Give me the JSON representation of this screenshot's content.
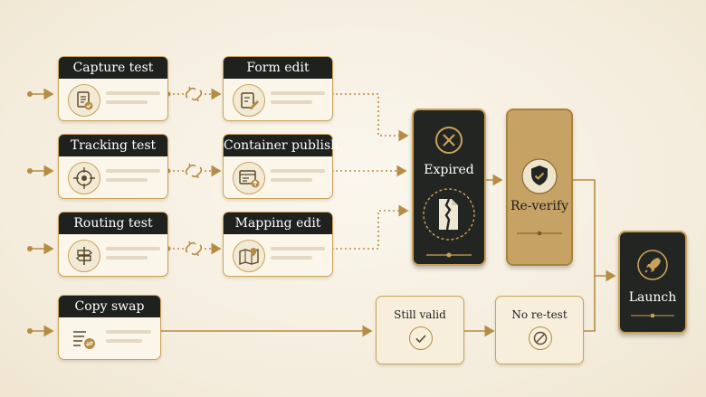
{
  "flow": {
    "row_cards": [
      {
        "label": "Capture test",
        "icon": "document-check-icon"
      },
      {
        "label": "Tracking test",
        "icon": "target-icon"
      },
      {
        "label": "Routing test",
        "icon": "signpost-icon"
      },
      {
        "label": "Copy swap",
        "icon": "text-swap-icon"
      }
    ],
    "edit_cards": [
      {
        "label": "Form edit",
        "icon": "form-pencil-icon"
      },
      {
        "label": "Container publish",
        "icon": "browser-publish-icon"
      },
      {
        "label": "Mapping edit",
        "icon": "map-pin-icon"
      }
    ],
    "expired": {
      "label": "Expired",
      "icon": "x-circle-icon",
      "sub_icon": "torn-document-icon"
    },
    "reverify": {
      "label": "Re-verify",
      "icon": "shield-check-icon"
    },
    "still_valid": {
      "label": "Still valid",
      "icon": "check-icon"
    },
    "no_retest": {
      "label": "No re-test",
      "icon": "prohibited-icon"
    },
    "launch": {
      "label": "Launch",
      "icon": "rocket-icon"
    },
    "link_icon": "broken-link-icon"
  },
  "colors": {
    "gold": "#c9a25a",
    "dark": "#232523",
    "paper": "#f6f0e2",
    "wire": "#b58c45"
  }
}
